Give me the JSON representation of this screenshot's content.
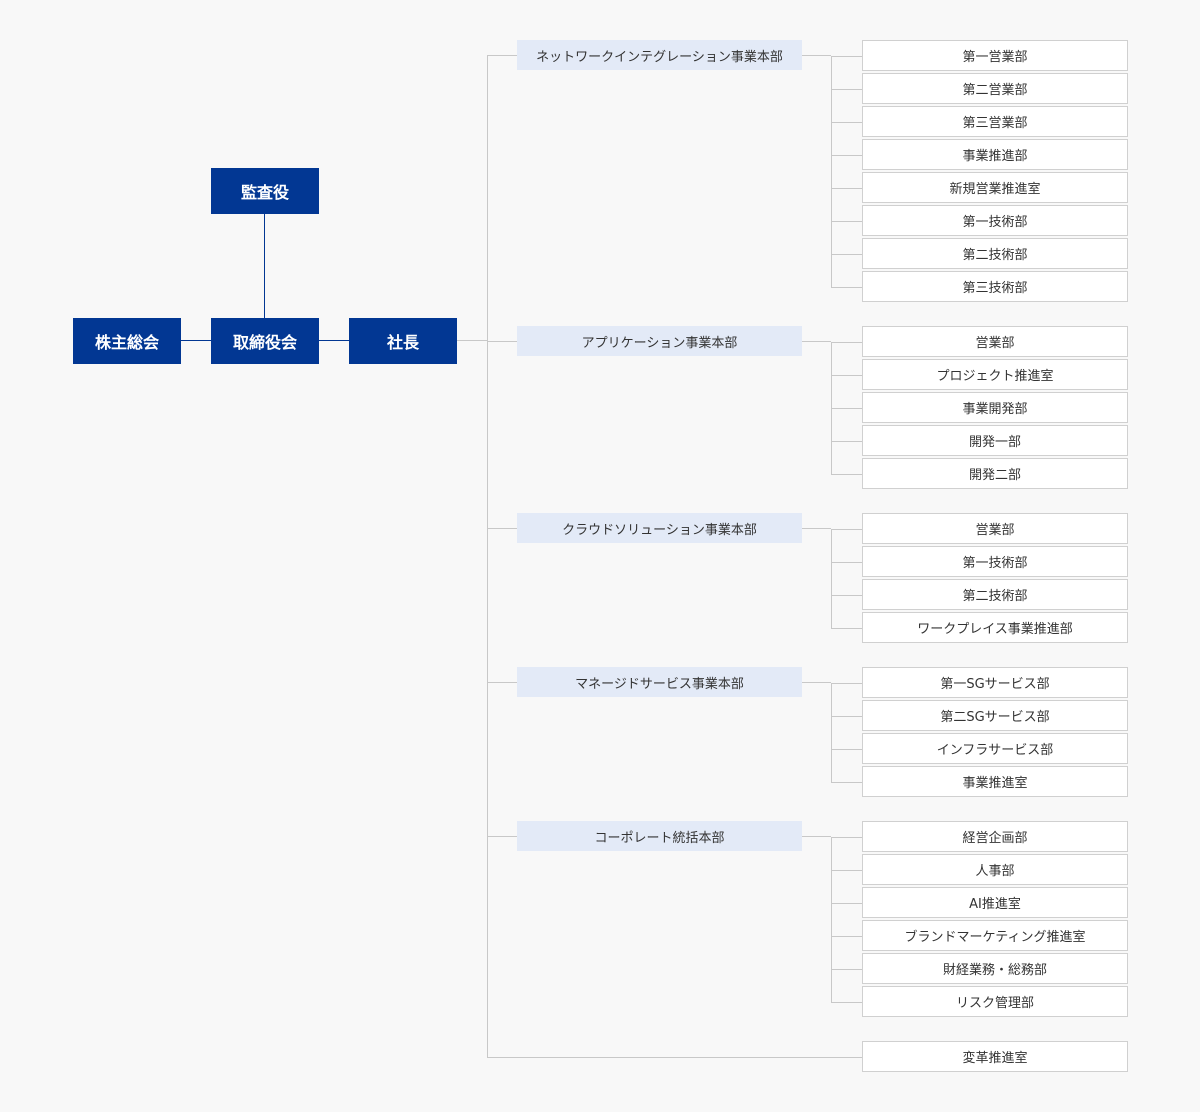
{
  "colors": {
    "executive": "#023793",
    "division": "#e3eaf7",
    "department_border": "#d0d0d0",
    "connector": "#c8c8c8",
    "background": "#f8f8f8"
  },
  "executives": {
    "auditor": "監査役",
    "shareholders": "株主総会",
    "board": "取締役会",
    "president": "社長"
  },
  "divisions": [
    {
      "name": "ネットワークインテグレーション事業本部",
      "departments": [
        "第一営業部",
        "第二営業部",
        "第三営業部",
        "事業推進部",
        "新規営業推進室",
        "第一技術部",
        "第二技術部",
        "第三技術部"
      ]
    },
    {
      "name": "アプリケーション事業本部",
      "departments": [
        "営業部",
        "プロジェクト推進室",
        "事業開発部",
        "開発一部",
        "開発二部"
      ]
    },
    {
      "name": "クラウドソリューション事業本部",
      "departments": [
        "営業部",
        "第一技術部",
        "第二技術部",
        "ワークプレイス事業推進部"
      ]
    },
    {
      "name": "マネージドサービス事業本部",
      "departments": [
        "第一SGサービス部",
        "第二SGサービス部",
        "インフラサービス部",
        "事業推進室"
      ]
    },
    {
      "name": "コーポレート統括本部",
      "departments": [
        "経営企画部",
        "人事部",
        "AI推進室",
        "ブランドマーケティング推進室",
        "財経業務・総務部",
        "リスク管理部"
      ]
    }
  ],
  "standalone": "変革推進室"
}
